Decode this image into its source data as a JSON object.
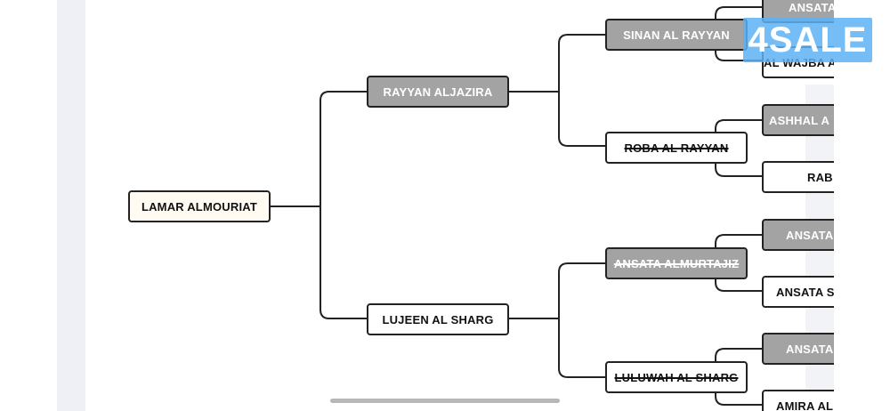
{
  "pedigree": {
    "root": "LAMAR ALMOURIAT",
    "gen1": {
      "sire": "RAYYAN ALJAZIRA",
      "dam": "LUJEEN AL SHARG"
    },
    "gen2": {
      "sire_sire": "SINAN AL RAYYAN",
      "sire_dam": "ROBA AL RAYYAN",
      "dam_sire": "ANSATA ALMURTAJIZ",
      "dam_dam": "LULUWAH AL SHARG"
    },
    "gen3": {
      "n1": "ANSATA",
      "n2": "AL WAJBA A",
      "n3": "ASHHAL A",
      "n4": "RAB",
      "n5": "ANSATA",
      "n6": "ANSATA S",
      "n7": "ANSATA",
      "n8": "AMIRA AL"
    }
  },
  "watermark": {
    "text": "4SALE",
    "color": "#5cb2f5"
  },
  "colors": {
    "sire_box": "#a3a3a3",
    "dam_box": "#ffffff",
    "root_box": "#fffaf2",
    "line": "#222222"
  }
}
